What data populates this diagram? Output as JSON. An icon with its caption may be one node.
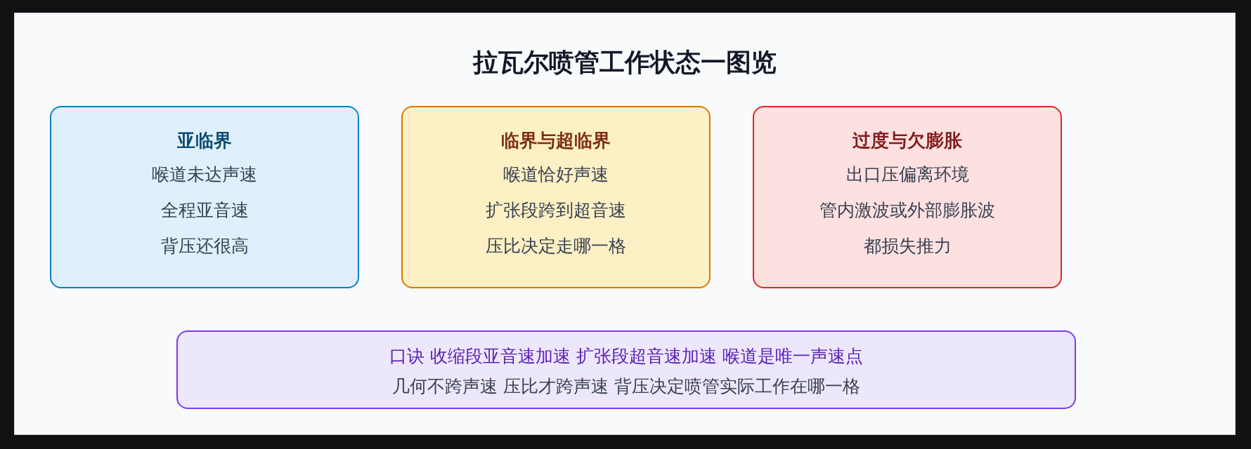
{
  "diagram": {
    "title": "拉瓦尔喷管工作状态一图览",
    "nodes": [
      {
        "text": [
          "亚临界",
          "喉道未达声速",
          "全程亚音速",
          "背压还很高"
        ]
      },
      {
        "text": [
          "临界与超临界",
          "喉道恰好声速",
          "扩张段跨到超音速",
          "压比决定走哪一格"
        ]
      },
      {
        "text": [
          "过度与欠膨胀",
          "出口压偏离环境",
          "管内激波或外部膨胀波",
          "都损失推力"
        ]
      },
      {
        "text": [
          "口诀 收缩段亚音速加速 扩张段超音速加速 喉道是唯一声速点",
          "几何不跨声速 压比才跨声速 背压决定喷管实际工作在哪一格"
        ]
      }
    ]
  }
}
